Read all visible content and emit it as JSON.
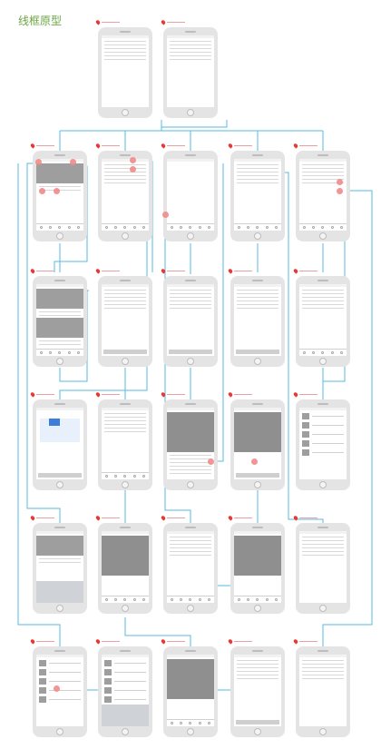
{
  "title": "线框原型",
  "colors": {
    "accent": "#6ca544",
    "connector": "#58b8e0",
    "pin": "#e53935",
    "tap": "#f08a8a",
    "frame": "#e4e4e4",
    "block": "#9e9e9e"
  },
  "icons": [
    "location-pin-icon",
    "tap-point-icon",
    "home-button-icon"
  ],
  "screens": [
    {
      "id": "login",
      "row": 0,
      "col": 1,
      "blocks": [
        "lines"
      ]
    },
    {
      "id": "register",
      "row": 0,
      "col": 2,
      "blocks": [
        "lines"
      ]
    },
    {
      "id": "home",
      "row": 1,
      "col": 0,
      "blocks": [
        "banner",
        "tabbar"
      ]
    },
    {
      "id": "list-a",
      "row": 1,
      "col": 1,
      "blocks": [
        "lines",
        "tabbar"
      ]
    },
    {
      "id": "blank-a",
      "row": 1,
      "col": 2,
      "blocks": [
        "tabbar"
      ]
    },
    {
      "id": "dropdown",
      "row": 1,
      "col": 3,
      "blocks": [
        "lines",
        "tabbar"
      ]
    },
    {
      "id": "profile",
      "row": 1,
      "col": 4,
      "blocks": [
        "lines",
        "tabbar"
      ]
    },
    {
      "id": "feed",
      "row": 2,
      "col": 0,
      "blocks": [
        "banner",
        "banner",
        "tabbar"
      ]
    },
    {
      "id": "detail",
      "row": 2,
      "col": 1,
      "blocks": [
        "lines",
        "button"
      ]
    },
    {
      "id": "form-a",
      "row": 2,
      "col": 2,
      "blocks": [
        "lines",
        "button"
      ]
    },
    {
      "id": "form-b",
      "row": 2,
      "col": 3,
      "blocks": [
        "lines",
        "button"
      ]
    },
    {
      "id": "settings",
      "row": 2,
      "col": 4,
      "blocks": [
        "lines",
        "tabbar"
      ]
    },
    {
      "id": "chart",
      "row": 3,
      "col": 0,
      "blocks": [
        "chart",
        "button"
      ]
    },
    {
      "id": "blank-b",
      "row": 3,
      "col": 1,
      "blocks": [
        "lines",
        "tabbar"
      ]
    },
    {
      "id": "photo-a",
      "row": 3,
      "col": 2,
      "blocks": [
        "photo",
        "lines"
      ]
    },
    {
      "id": "photo-b",
      "row": 3,
      "col": 3,
      "blocks": [
        "photo",
        "button"
      ]
    },
    {
      "id": "messages",
      "row": 3,
      "col": 4,
      "blocks": [
        "thumbs"
      ]
    },
    {
      "id": "compose",
      "row": 4,
      "col": 0,
      "blocks": [
        "banner",
        "keyboard"
      ]
    },
    {
      "id": "camera-a",
      "row": 4,
      "col": 1,
      "blocks": [
        "photo",
        "tabbar"
      ]
    },
    {
      "id": "blank-c",
      "row": 4,
      "col": 2,
      "blocks": [
        "lines",
        "tabbar"
      ]
    },
    {
      "id": "camera-b",
      "row": 4,
      "col": 3,
      "blocks": [
        "photo",
        "tabbar"
      ]
    },
    {
      "id": "list-b",
      "row": 4,
      "col": 4,
      "blocks": [
        "lines"
      ]
    },
    {
      "id": "contacts",
      "row": 5,
      "col": 0,
      "blocks": [
        "thumbs"
      ]
    },
    {
      "id": "search",
      "row": 5,
      "col": 1,
      "blocks": [
        "thumbs",
        "keyboard"
      ]
    },
    {
      "id": "camera-c",
      "row": 5,
      "col": 2,
      "blocks": [
        "photo",
        "tabbar"
      ]
    },
    {
      "id": "edit",
      "row": 5,
      "col": 3,
      "blocks": [
        "lines",
        "button"
      ]
    },
    {
      "id": "list-c",
      "row": 5,
      "col": 4,
      "blocks": [
        "lines"
      ]
    }
  ]
}
